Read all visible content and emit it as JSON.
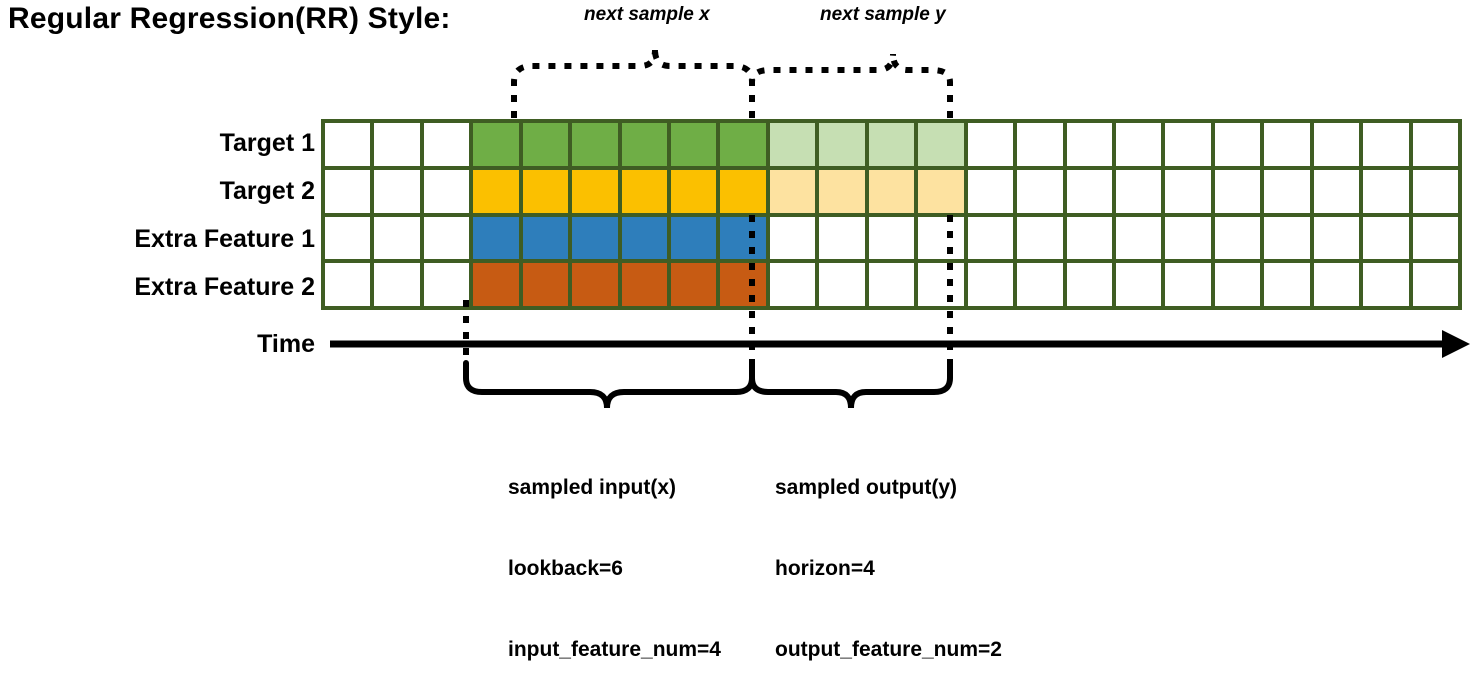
{
  "title": "Regular Regression(RR) Style:",
  "annotations": {
    "next_sample_x": "next sample x",
    "next_sample_y": "next sample y"
  },
  "rows": [
    {
      "label": "Target 1",
      "color": "#6fae46",
      "light_color": "#c6dfb3"
    },
    {
      "label": "Target 2",
      "color": "#fbc000",
      "light_color": "#fde2a0"
    },
    {
      "label": "Extra Feature 1",
      "color": "#2e7ebb",
      "light_color": null
    },
    {
      "label": "Extra Feature 2",
      "color": "#c75b13",
      "light_color": null
    }
  ],
  "axis": {
    "label": "Time"
  },
  "captions": {
    "input": {
      "line1": "sampled input(x)",
      "line2": "lookback=6",
      "line3": "input_feature_num=4"
    },
    "output": {
      "line1": "sampled output(y)",
      "line2": "horizon=4",
      "line3": "output_feature_num=2"
    }
  },
  "chart_data": {
    "type": "heatmap",
    "title": "Regular Regression(RR) Style:",
    "total_columns": 23,
    "columns_before_window": 3,
    "lookback": 6,
    "horizon": 4,
    "input_feature_num": 4,
    "output_feature_num": 2,
    "columns_after_window": 10,
    "row_labels": [
      "Target 1",
      "Target 2",
      "Extra Feature 1",
      "Extra Feature 2"
    ],
    "grid_border_color": "#3f5d23",
    "cell_states": [
      [
        "empty",
        "empty",
        "empty",
        "input",
        "input",
        "input",
        "input",
        "input",
        "input",
        "output",
        "output",
        "output",
        "output",
        "empty",
        "empty",
        "empty",
        "empty",
        "empty",
        "empty",
        "empty",
        "empty",
        "empty",
        "empty"
      ],
      [
        "empty",
        "empty",
        "empty",
        "input",
        "input",
        "input",
        "input",
        "input",
        "input",
        "output",
        "output",
        "output",
        "output",
        "empty",
        "empty",
        "empty",
        "empty",
        "empty",
        "empty",
        "empty",
        "empty",
        "empty",
        "empty"
      ],
      [
        "empty",
        "empty",
        "empty",
        "input",
        "input",
        "input",
        "input",
        "input",
        "input",
        "empty",
        "empty",
        "empty",
        "empty",
        "empty",
        "empty",
        "empty",
        "empty",
        "empty",
        "empty",
        "empty",
        "empty",
        "empty",
        "empty"
      ],
      [
        "empty",
        "empty",
        "empty",
        "input",
        "input",
        "input",
        "input",
        "input",
        "input",
        "empty",
        "empty",
        "empty",
        "empty",
        "empty",
        "empty",
        "empty",
        "empty",
        "empty",
        "empty",
        "empty",
        "empty",
        "empty",
        "empty"
      ]
    ]
  }
}
